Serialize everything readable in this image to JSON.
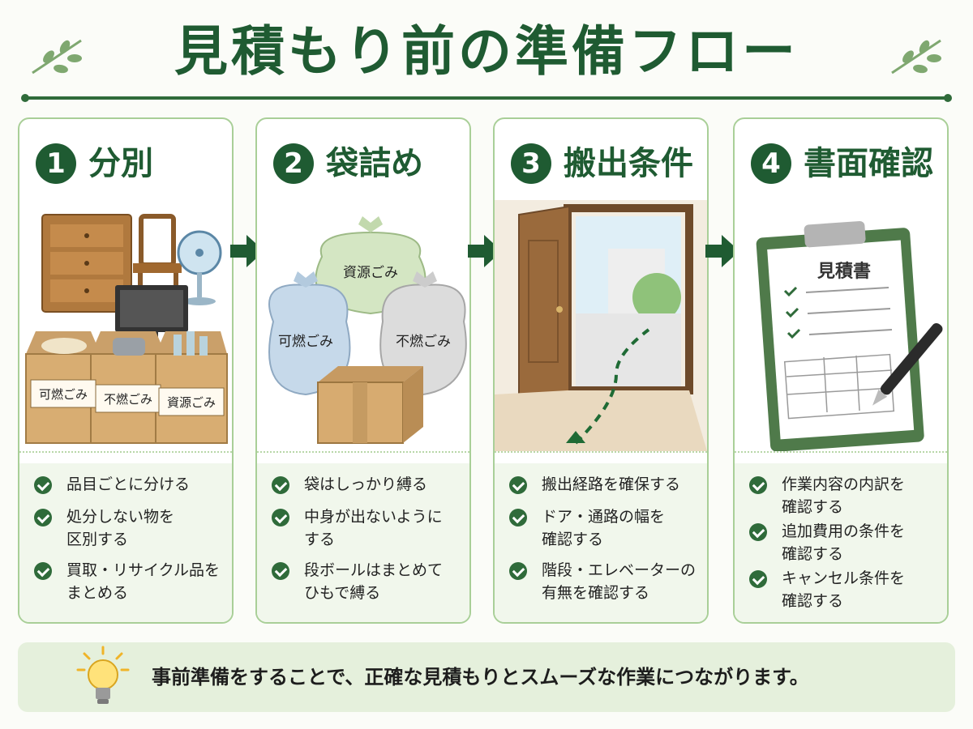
{
  "title": "見積もり前の準備フロー",
  "steps": [
    {
      "number": "1",
      "title": "分別",
      "labels": [
        "可燃ごみ",
        "不燃ごみ",
        "資源ごみ"
      ],
      "items": [
        "品目ごとに分ける",
        "処分しない物を\n区別する",
        "買取・リサイクル品を\nまとめる"
      ]
    },
    {
      "number": "2",
      "title": "袋詰め",
      "labels": [
        "資源ごみ",
        "可燃ごみ",
        "不燃ごみ"
      ],
      "items": [
        "袋はしっかり縛る",
        "中身が出ないように\nする",
        "段ボールはまとめて\nひもで縛る"
      ]
    },
    {
      "number": "3",
      "title": "搬出条件",
      "labels": [],
      "items": [
        "搬出経路を確保する",
        "ドア・通路の幅を\n確認する",
        "階段・エレベーターの\n有無を確認する"
      ]
    },
    {
      "number": "4",
      "title": "書面確認",
      "labels": [
        "見積書"
      ],
      "items": [
        "作業内容の内訳を\n確認する",
        "追加費用の条件を\n確認する",
        "キャンセル条件を\n確認する"
      ]
    }
  ],
  "banner": {
    "text": "事前準備をすることで、正確な見積もりとスムーズな作業につながります。",
    "icon": "lightbulb-icon"
  },
  "colors": {
    "primary": "#1f5b32",
    "border": "#a9cf98",
    "list_bg": "#f1f7ec",
    "banner_bg": "#e5f0dc"
  }
}
